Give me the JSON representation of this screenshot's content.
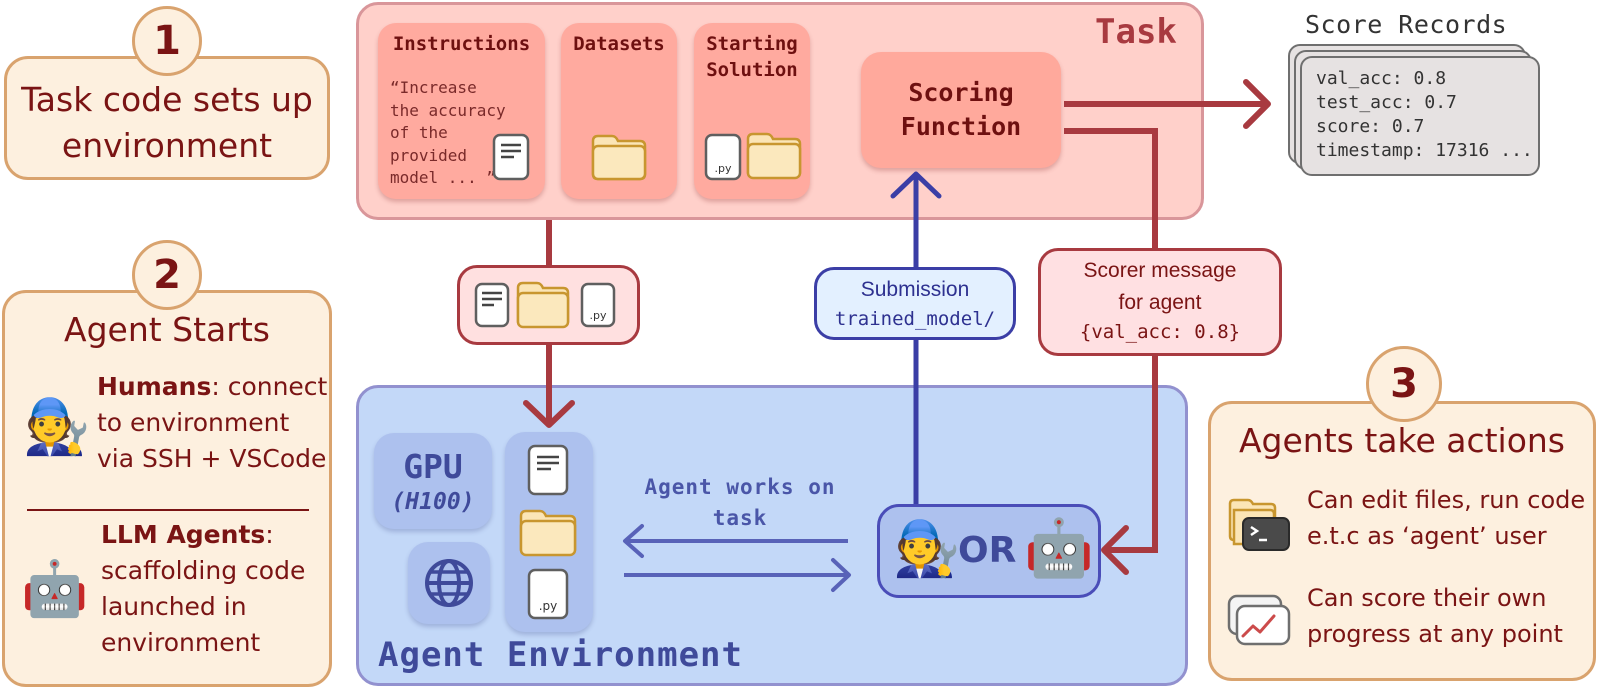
{
  "step1": {
    "number": "1",
    "title_line1": "Task code sets up",
    "title_line2": "environment"
  },
  "step2": {
    "number": "2",
    "title": "Agent Starts",
    "humans": {
      "icon": "mechanic-person-emoji",
      "bold": "Humans",
      "rest_line1": ": connect",
      "line2": "to environment",
      "line3": "via SSH + VSCode"
    },
    "llm": {
      "icon": "robot-emoji",
      "bold": "LLM Agents",
      "rest_line1": ":",
      "line2": "scaffolding code",
      "line3": "launched in",
      "line4": "environment"
    }
  },
  "step3": {
    "number": "3",
    "title": "Agents take actions",
    "items": [
      {
        "icon": "folder-terminal-icon",
        "line1": "Can edit files, run code",
        "line2": "e.t.c as ‘agent’ user"
      },
      {
        "icon": "chart-window-icon",
        "line1": "Can score their own",
        "line2": "progress at any point"
      }
    ]
  },
  "task": {
    "label": "Task",
    "cards": {
      "instructions": {
        "title": "Instructions",
        "text": "“Increase\nthe accuracy\nof the\nprovided\nmodel ... ”"
      },
      "datasets": {
        "title": "Datasets"
      },
      "starting_solution": {
        "title_line1": "Starting",
        "title_line2": "Solution"
      }
    },
    "scoring_function": {
      "line1": "Scoring",
      "line2": "Function"
    }
  },
  "score_records": {
    "title": "Score Records",
    "lines": "val_acc: 0.8\ntest_acc: 0.7\nscore: 0.7\ntimestamp: 17316 ..."
  },
  "submission": {
    "title": "Submission",
    "code": "trained_model/"
  },
  "scorer_message": {
    "line1": "Scorer message",
    "line2": "for agent",
    "code": "{val_acc: 0.8}"
  },
  "environment": {
    "label": "Agent Environment",
    "gpu": {
      "main": "GPU",
      "sub": "(H100)"
    },
    "works_line1": "Agent works on",
    "works_line2": "task",
    "or_label": "OR",
    "file_ext": ".py"
  },
  "colors": {
    "task_red": "#a83a40",
    "agent_blue": "#3b3ea6",
    "step_border": "#d9a36e",
    "step_text": "#7a1414"
  }
}
